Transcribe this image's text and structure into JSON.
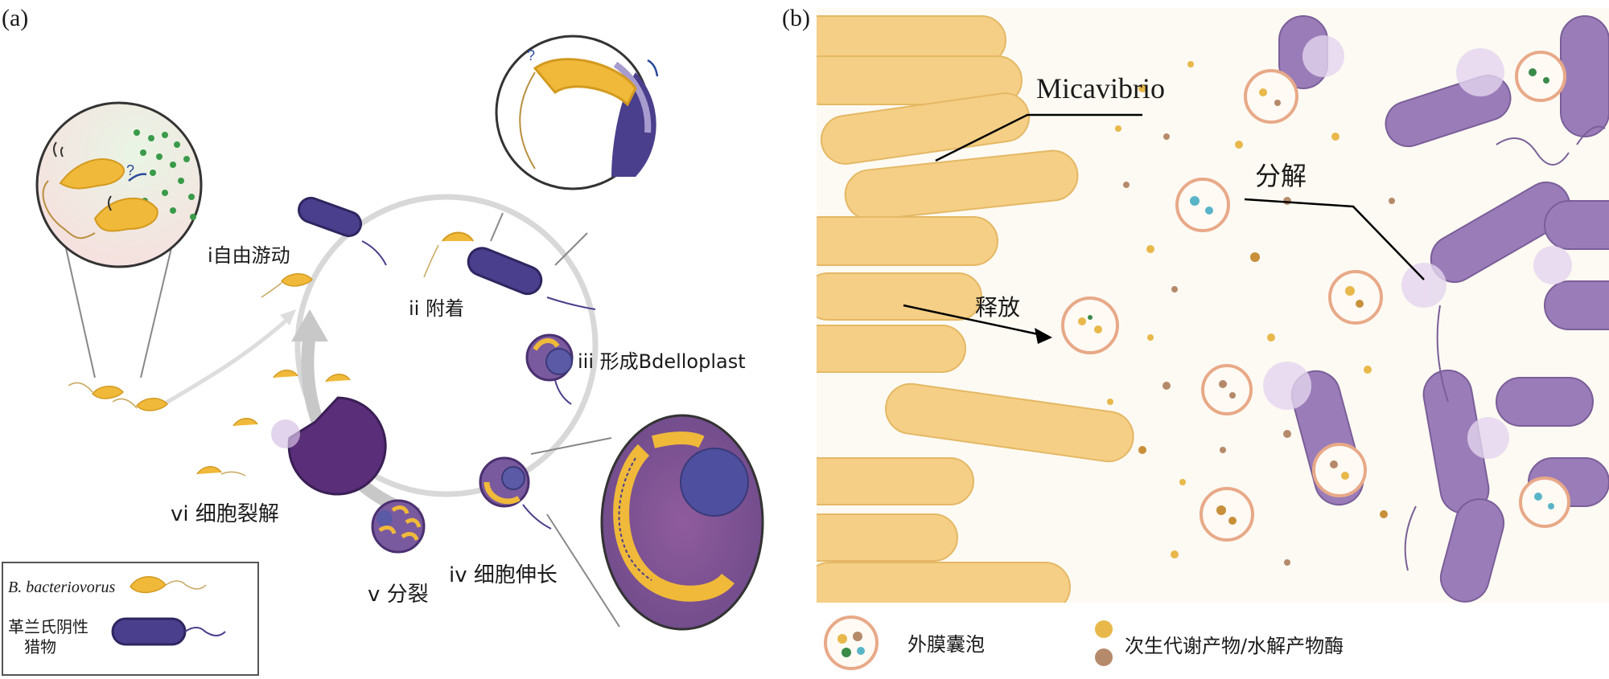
{
  "panel_a": {
    "label": "(a)",
    "stages": {
      "free_swim": "i自由游动",
      "attach": "ii 附着",
      "bdelloplast": "iii 形成Bdelloplast",
      "elongation": "iv 细胞伸长",
      "division": "v 分裂",
      "lysis": "vi 细胞裂解"
    },
    "inset_question_mark": "?",
    "legend": {
      "predator_name": "B. bacteriovorus",
      "prey_line1": "革兰氏阴性",
      "prey_line2": "猎物"
    },
    "colors": {
      "predator": "#f0b93a",
      "prey": "#4a3f8c",
      "bdelloplast": "#7a5a9e",
      "cycle_arrow": "#c8c8c8"
    }
  },
  "panel_b": {
    "label": "(b)",
    "labels": {
      "micavibrio": "Micavibrio",
      "decompose": "分解",
      "release": "释放"
    },
    "legend": {
      "vesicle": "外膜囊泡",
      "metabolite": "次生代谢产物/水解产物酶"
    },
    "colors": {
      "yellow_cell": "#f5cf86",
      "purple_cell": "#9a7db8",
      "vesicle_ring": "#e8a988",
      "dot_gold": "#e8b84a",
      "dot_brown": "#b58a6a"
    }
  }
}
